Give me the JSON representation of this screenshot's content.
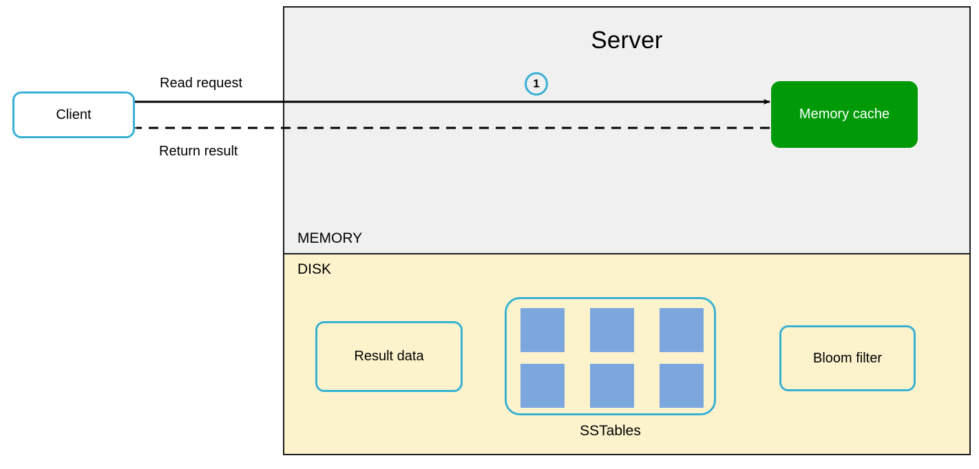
{
  "diagram": {
    "title": "Server",
    "regions": [
      {
        "id": "memory",
        "label": "MEMORY",
        "background": "#f0f0f0"
      },
      {
        "id": "disk",
        "label": "DISK",
        "background": "#fcf3cd"
      }
    ],
    "nodes": {
      "client": {
        "label": "Client",
        "border_color": "#38b0d4",
        "fill": "#ffffff"
      },
      "memory_cache": {
        "label": "Memory cache",
        "fill": "#009a09",
        "text_color": "#ffffff"
      },
      "result_data": {
        "label": "Result data",
        "border_color": "#38b0d4"
      },
      "sstables": {
        "label": "SSTables",
        "border_color": "#38b0d4",
        "cell_count": 6,
        "cell_color": "#7ba7de"
      },
      "bloom_filter": {
        "label": "Bloom filter",
        "border_color": "#38b0d4"
      }
    },
    "edges": [
      {
        "id": "read-request",
        "label": "Read request",
        "style": "solid",
        "from": "client",
        "to": "memory_cache"
      },
      {
        "id": "return-result",
        "label": "Return result",
        "style": "dashed",
        "from": "memory_cache",
        "to": "client"
      }
    ],
    "steps": [
      {
        "number": "1",
        "on_edge": "read-request",
        "color": "#38b0d4"
      }
    ]
  }
}
